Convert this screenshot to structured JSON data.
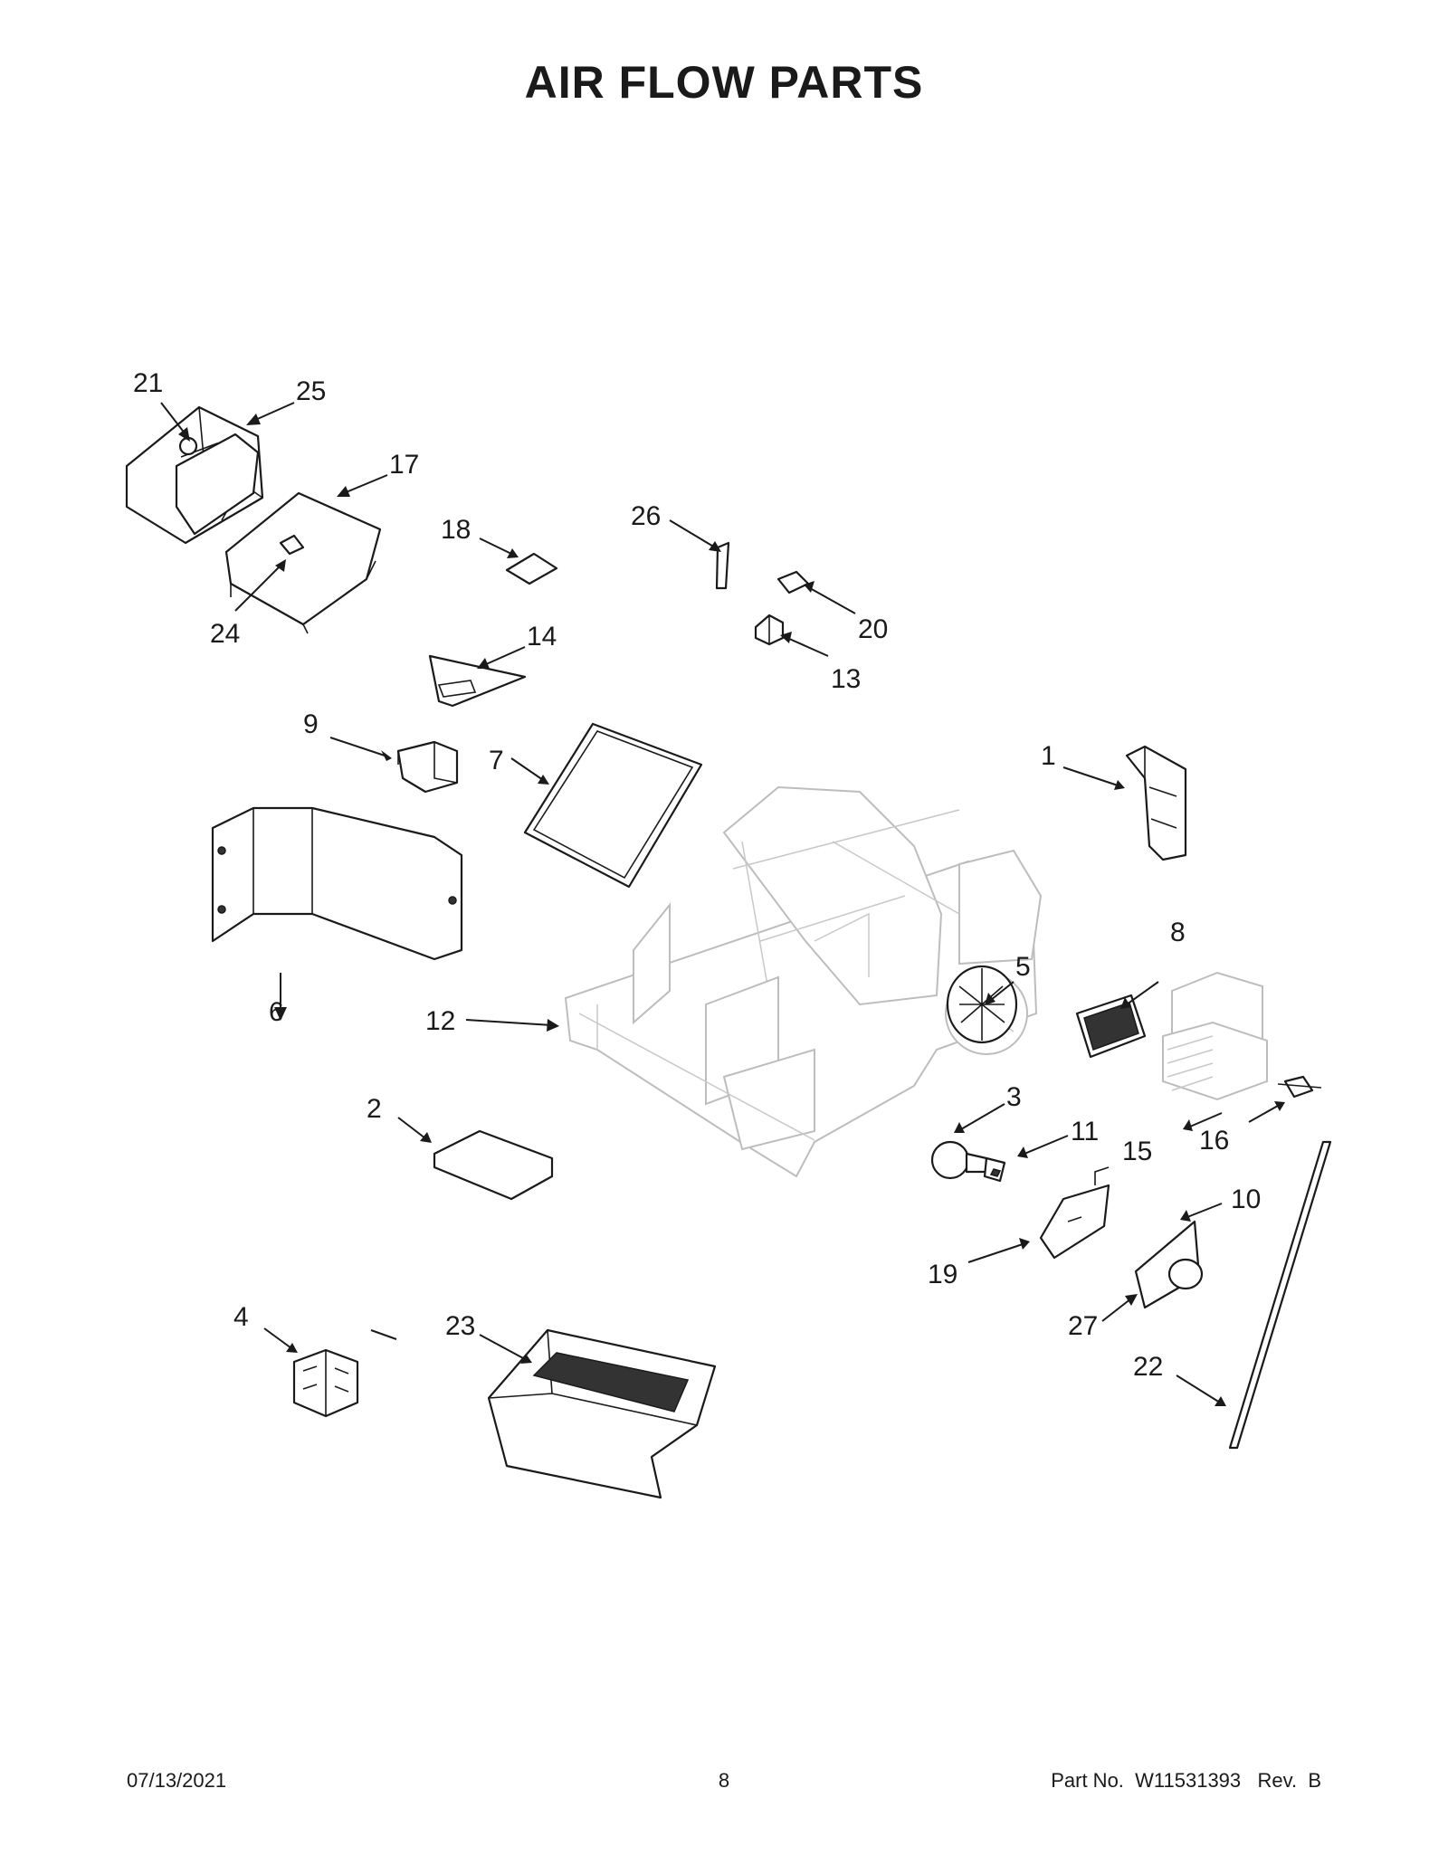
{
  "title": "AIR FLOW PARTS",
  "callouts": [
    "1",
    "2",
    "3",
    "4",
    "5",
    "6",
    "7",
    "8",
    "9",
    "10",
    "11",
    "12",
    "13",
    "14",
    "15",
    "16",
    "17",
    "18",
    "19",
    "20",
    "21",
    "22",
    "23",
    "24",
    "25",
    "26",
    "27"
  ],
  "footer": {
    "date": "07/13/2021",
    "page_number": "8",
    "part_number": "Part No.  W11531393   Rev.  B"
  }
}
